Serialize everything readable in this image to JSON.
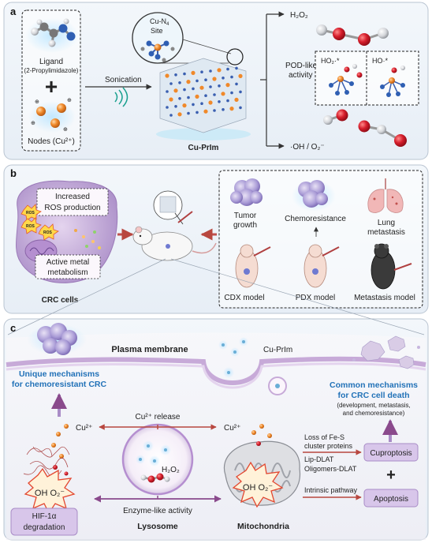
{
  "panel_a": {
    "letter": "a",
    "ligand": "Ligand",
    "ligand_sub": "(2-Propylimidazole)",
    "plus": "+",
    "nodes": "Nodes (Cu²⁺)",
    "cu_n4_line1": "Cu-N",
    "cu_n4_sub": "4",
    "cu_n4_line2": "Site",
    "sonication": "Sonication",
    "product": "Cu-PrIm",
    "h2o2": "H₂O₂",
    "pod_line1": "POD-like",
    "pod_line2": "activity",
    "ho2": "HO₂·*",
    "ho": "HO·*",
    "output": "·OH / O₂⁻"
  },
  "panel_b": {
    "letter": "b",
    "ros_line1": "Increased",
    "ros_line2": "ROS production",
    "metal_line1": "Active metal",
    "metal_line2": "metabolism",
    "ros_tag": "ROS",
    "crc": "CRC cells",
    "tumor_line1": "Tumor",
    "tumor_line2": "growth",
    "chemoresistance": "Chemoresistance",
    "lung_line1": "Lung",
    "lung_line2": "metastasis",
    "cdx": "CDX model",
    "pdx": "PDX model",
    "metastasis_model": "Metastasis model"
  },
  "panel_c": {
    "letter": "c",
    "plasma_membrane": "Plasma membrane",
    "cu_prim": "Cu-PrIm",
    "unique_line1": "Unique mechanisms",
    "unique_line2": "for chemoresistant CRC",
    "common_line1": "Common mechanisms",
    "common_line2": "for CRC cell death",
    "common_line3": "(development, metastasis,",
    "common_line4": "and chemoresistance)",
    "cu_release": "Cu²⁺ release",
    "cu_left": "Cu²⁺",
    "cu_right": "Cu²⁺",
    "h2o2": "H₂O₂",
    "burst_left": "OH O₂⁻",
    "burst_right": "OH O₂⁻",
    "enzyme": "Enzyme-like activity",
    "lysosome": "Lysosome",
    "mitochondria": "Mitochondria",
    "hif_line1": "HIF-1α",
    "hif_line2": "degradation",
    "fes_line1": "Loss of Fe-S",
    "fes_line2": "cluster proteins",
    "lip": "Lip-DLAT",
    "oligo": "Oligomers-DLAT",
    "intrinsic": "Intrinsic pathway",
    "cuproptosis": "Cuproptosis",
    "apoptosis": "Apoptosis",
    "plus": "+"
  }
}
